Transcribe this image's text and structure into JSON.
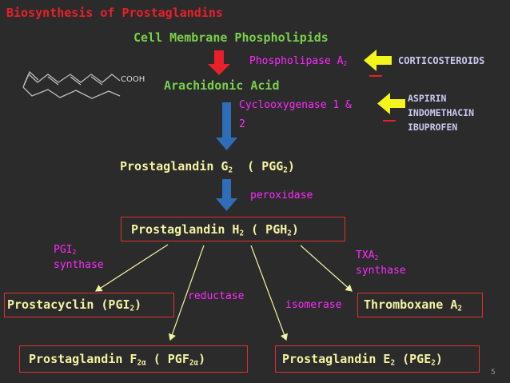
{
  "title": "Biosynthesis of Prostaglandins",
  "cell_membrane": "Cell Membrane Phospholipids",
  "phospholipase": {
    "text": "Phospholipase A",
    "sub": "2"
  },
  "corticosteroids": "CORTICOSTEROIDS",
  "cooh": "COOH",
  "arachidonic": "Arachidonic Acid",
  "cox_line1": "Cyclooxygenase 1 &",
  "cox_line2": "2",
  "nsaids": [
    "ASPIRIN",
    "INDOMETHACIN",
    "IBUPROFEN"
  ],
  "pgg2": {
    "a": "Prostaglandin G",
    "a_sub": "2",
    "b": "  ( PGG",
    "b_sub": "2",
    "c": ")"
  },
  "peroxidase": "peroxidase",
  "pgh2": {
    "a": "Prostaglandin H",
    "a_sub": "2",
    "b": " ( PGH",
    "b_sub": "2",
    "c": ")"
  },
  "pgi2_synthase": {
    "a": "PGI",
    "a_sub": "2",
    "line2": "synthase"
  },
  "txa2_synthase": {
    "a": "TXA",
    "a_sub": "2",
    "line2": "synthase"
  },
  "reductase": "reductase",
  "isomerase": "isomerase",
  "prostacyclin": {
    "a": "Prostacyclin (PGI",
    "a_sub": "2",
    "b": ")"
  },
  "thromboxane": {
    "a": "Thromboxane A",
    "a_sub": "2"
  },
  "pgf2a": {
    "a": "Prostaglandin F",
    "a_sub": "2α",
    "b": " ( PGF",
    "b_sub": "2α",
    "c": ")"
  },
  "pge2": {
    "a": "Prostaglandin E",
    "a_sub": "2",
    "b": " (PGE",
    "b_sub": "2",
    "c": ")"
  },
  "page_number": "5",
  "colors": {
    "background": "#2b2b2b",
    "title": "#e8202a",
    "compound": "#7ad04b",
    "enzyme": "#ff2aff",
    "inhibitor_arrow": "#f5f51e",
    "pathway_arrow": "#2f6db8"
  }
}
